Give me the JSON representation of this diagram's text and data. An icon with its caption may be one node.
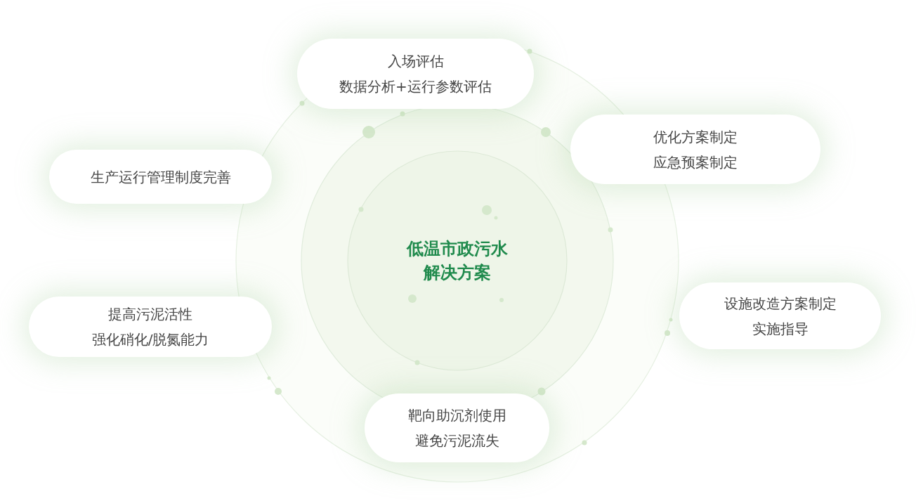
{
  "diagram": {
    "nodes": [
      {
        "text": [
          "低温市政污水解决方案"
        ]
      },
      {
        "text": [
          "入场评估",
          "数据分析+运行参数评估"
        ]
      },
      {
        "text": [
          "优化方案制定",
          "应急预案制定"
        ]
      },
      {
        "text": [
          "生产运行管理制度完善"
        ]
      },
      {
        "text": [
          "设施改造方案制定",
          "实施指导"
        ]
      },
      {
        "text": [
          "提高污泥活性",
          "强化硝化/脱氮能力"
        ]
      },
      {
        "text": [
          "靶向助沉剂使用",
          "避免污泥流失"
        ]
      }
    ]
  }
}
